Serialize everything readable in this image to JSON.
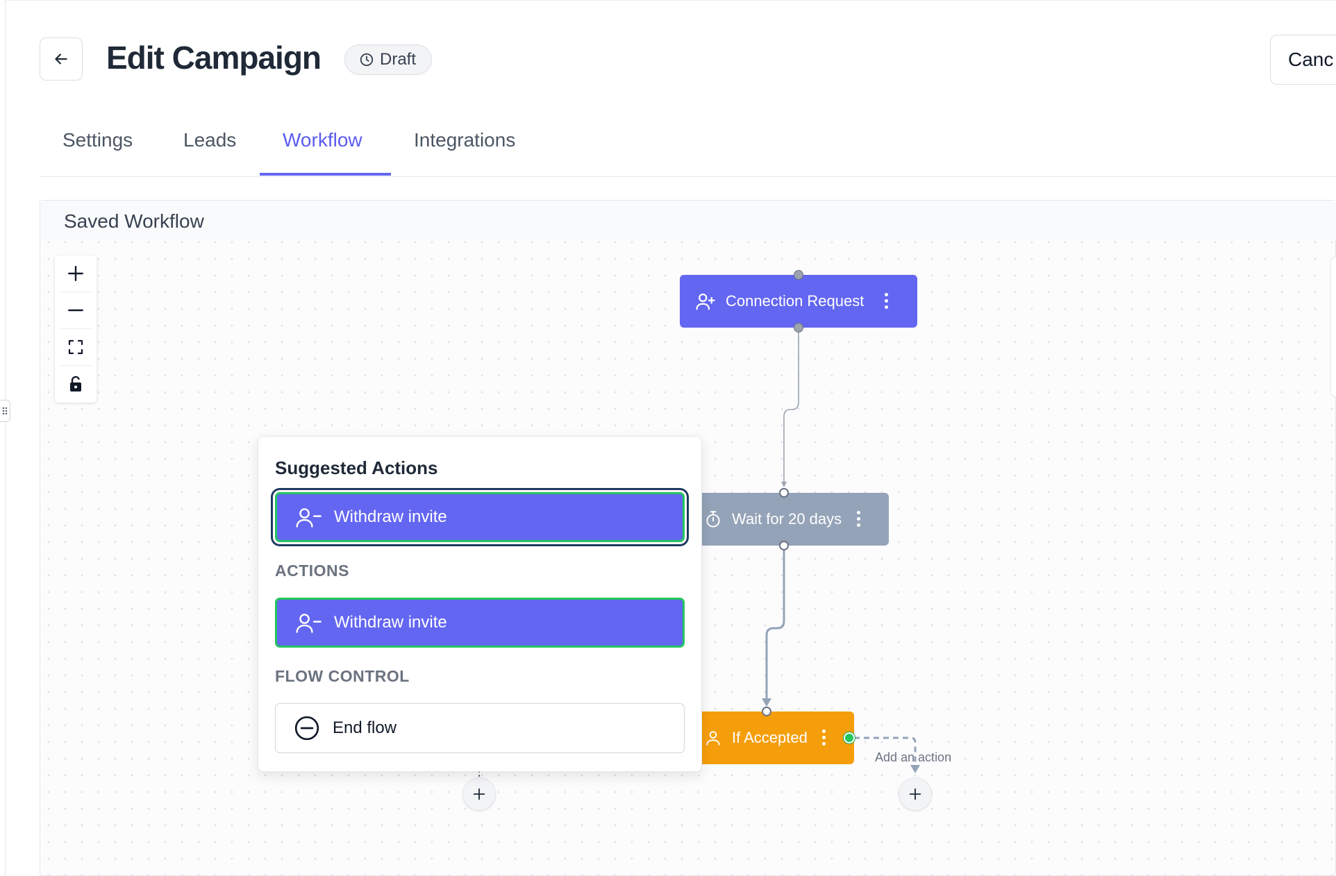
{
  "header": {
    "title": "Edit Campaign",
    "status_badge": "Draft",
    "cancel_label": "Canc"
  },
  "tabs": [
    {
      "label": "Settings",
      "active": false
    },
    {
      "label": "Leads",
      "active": false
    },
    {
      "label": "Workflow",
      "active": true
    },
    {
      "label": "Integrations",
      "active": false
    }
  ],
  "canvas": {
    "title": "Saved Workflow",
    "controls": [
      "zoom-in-icon",
      "zoom-out-icon",
      "fit-view-icon",
      "lock-icon"
    ]
  },
  "nodes": {
    "connection_request": {
      "label": "Connection Request",
      "icon": "user-plus-icon",
      "color": "#6366f1"
    },
    "wait": {
      "label": "Wait for 20 days",
      "icon": "stopwatch-icon",
      "color": "#94a3b8"
    },
    "if_accepted": {
      "label": "If Accepted",
      "icon": "user-icon",
      "color": "#f59e0b"
    }
  },
  "add_action_label": "Add an action",
  "action_menu": {
    "heading": "Suggested Actions",
    "suggested": [
      {
        "label": "Withdraw invite",
        "icon": "user-minus-icon"
      }
    ],
    "actions_label": "ACTIONS",
    "actions": [
      {
        "label": "Withdraw invite",
        "icon": "user-minus-icon"
      }
    ],
    "flow_control_label": "FLOW CONTROL",
    "flow_control": [
      {
        "label": "End flow",
        "icon": "minus-circle-icon"
      }
    ]
  },
  "colors": {
    "accent": "#6366f1",
    "success": "#22c55e",
    "warning": "#f59e0b",
    "muted_node": "#94a3b8"
  }
}
